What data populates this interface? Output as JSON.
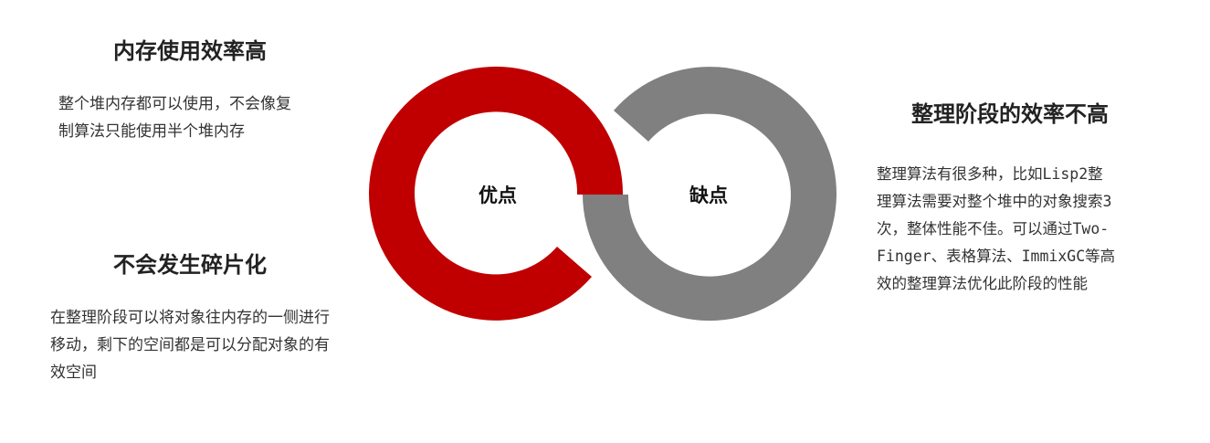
{
  "left": {
    "pro1": {
      "title": "内存使用效率高",
      "lines": [
        "整个堆内存都可以使用，不会像复",
        "制算法只能使用半个堆内存"
      ]
    },
    "pro2": {
      "title": "不会发生碎片化",
      "lines": [
        "在整理阶段可以将对象往内存的一侧进行",
        "移动，剩下的空间都是可以分配对象的有",
        "效空间"
      ]
    }
  },
  "right": {
    "con1": {
      "title": "整理阶段的效率不高",
      "lines": [
        "整理算法有很多种，比如Lisp2整",
        "理算法需要对整个堆中的对象搜索3",
        "次，整体性能不佳。可以通过Two-",
        "Finger、表格算法、ImmixGC等高",
        "效的整理算法优化此阶段的性能"
      ]
    }
  },
  "rings": {
    "left_label": "优点",
    "right_label": "缺点",
    "left_color": "#c00000",
    "right_color": "#808080"
  }
}
